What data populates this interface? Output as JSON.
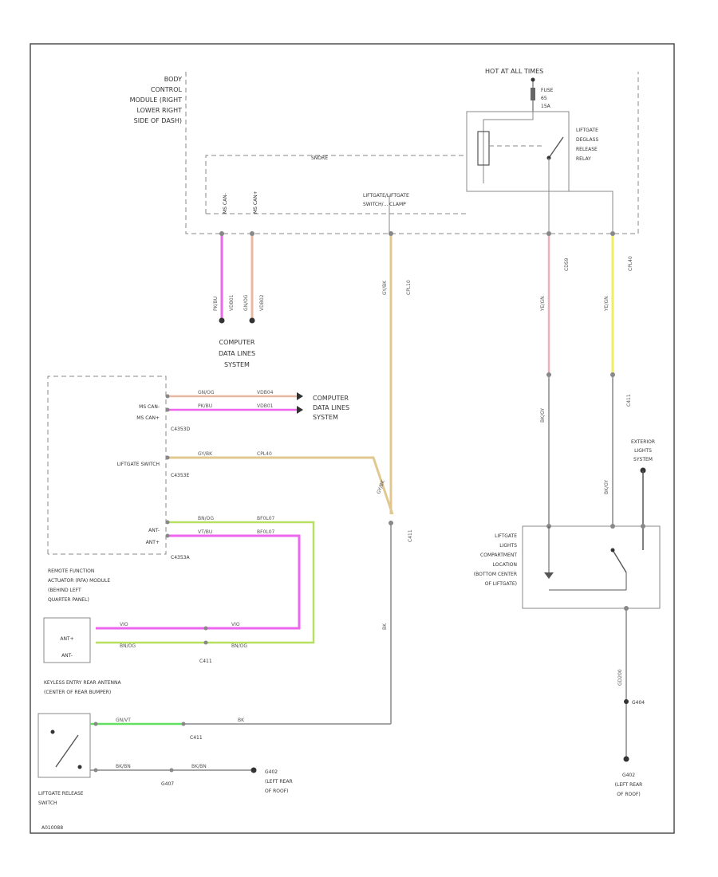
{
  "colors": {
    "pink": "#ee66ee",
    "tan": "#e0c890",
    "yellow": "#f0ee60",
    "lightgreen": "#b8e060",
    "green": "#60e060",
    "lightpink": "#f0b0b8",
    "gray": "#888888",
    "dark": "#333333"
  },
  "bcm": {
    "name": [
      "BODY",
      "CONTROL",
      "MODULE (RIGHT",
      "LOWER RIGHT",
      "SIDE OF DASH)"
    ],
    "inner": "SNORE",
    "relay_ctrl": [
      "LIFTGATE/LIFTGATE",
      "SWITCH/... CLAMP"
    ],
    "pins": [
      "MS CAN-",
      "MS CAN+"
    ]
  },
  "power": {
    "hot": "HOT AT ALL TIMES",
    "fuse": [
      "FUSE",
      "65",
      "15A"
    ],
    "relay": [
      "LIFTGATE",
      "DEGLASS",
      "RELEASE",
      "RELAY"
    ]
  },
  "wires": {
    "w1": [
      "PK/BU",
      "VDB01"
    ],
    "w2": [
      "GN/OG",
      "VDB02"
    ],
    "w3": [
      "GY/BK",
      "CPL10"
    ],
    "w4": [
      "YE/GN",
      "CDS9"
    ],
    "w5": [
      "YE/GN",
      "CPL40"
    ],
    "c1": "C411",
    "c2": "C411",
    "blk1": "BK/GY",
    "blk2": "BK/GY"
  },
  "links": {
    "comp_data_1": [
      "COMPUTER",
      "DATA LINES",
      "SYSTEM"
    ],
    "comp_data_2": [
      "COMPUTER",
      "DATA LINES",
      "SYSTEM"
    ],
    "ext_lights": [
      "EXTERIOR",
      "LIGHTS",
      "SYSTEM"
    ]
  },
  "module": {
    "pins": [
      "MS CAN-",
      "MS CAN+",
      "LIFTGATE SWITCH",
      "ANT-",
      "ANT+"
    ],
    "conns": [
      "C4353D",
      "C4353E",
      "C4353A"
    ],
    "name": [
      "REMOTE FUNCTION",
      "ACTUATOR (RFA) MODULE",
      "(BEHIND LEFT",
      "QUARTER PANEL)"
    ],
    "w_can1": [
      "GN/OG",
      "VDB04"
    ],
    "w_can2": [
      "PK/BU",
      "VDB01"
    ],
    "w_sw": [
      "GY/BK",
      "CPL40"
    ],
    "w_ant1": [
      "BN/OG",
      "BF0L07"
    ],
    "w_ant2": [
      "VT/BU",
      "BF0L07"
    ]
  },
  "antenna": {
    "pins": [
      "ANT+",
      "ANT-"
    ],
    "conn": "C411",
    "name": [
      "KEYLESS ENTRY REAR ANTENNA",
      "(CENTER OF REAR BUMPER)"
    ],
    "w1": [
      "VIO",
      "VIO"
    ],
    "w2": [
      "BN/OG",
      "BN/OG"
    ]
  },
  "latch": {
    "name": [
      "LIFTGATE",
      "LIGHTS",
      "COMPARTMENT",
      "LOCATION",
      "(BOTTOM CENTER",
      "OF LIFTGATE)"
    ],
    "wire1": "GD200",
    "ground": "G404",
    "ground_name": [
      "G402",
      "(LEFT REAR",
      "OF ROOF)"
    ]
  },
  "switch": {
    "name": [
      "LIFTGATE RELEASE",
      "SWITCH"
    ],
    "w1": [
      "GN/VT",
      "C411",
      "BK"
    ],
    "w2": [
      "BK/BN",
      "BK/BN"
    ],
    "conn": "C411",
    "conn2": "G407",
    "ground_name": [
      "G402",
      "(LEFT REAR",
      "OF ROOF)"
    ]
  },
  "footer": "A010088"
}
